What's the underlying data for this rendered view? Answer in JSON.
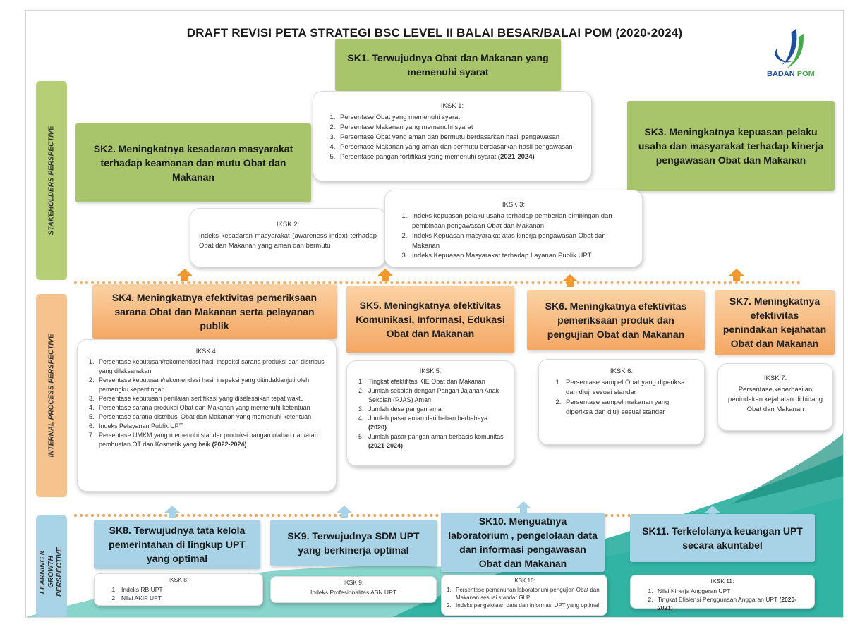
{
  "title": "DRAFT REVISI PETA STRATEGI BSC LEVEL II BALAI BESAR/BALAI POM (2020-2024)",
  "logo": {
    "part1": "BADAN ",
    "part2": "POM"
  },
  "perspectives": {
    "stakeholders": "STAKEHOLDERS PERSPECTIVE",
    "internal": "INTERNAL PROCESS PERSPECTIVE",
    "learning": "LEARNING & GROWTH PERSPECTIVE"
  },
  "sk1": {
    "label": "SK1. Terwujudnya Obat dan Makanan yang memenuhi syarat"
  },
  "iksk1": {
    "head": "IKSK 1:",
    "items": [
      "Persentase Obat yang memenuhi syarat",
      "Persentase Makanan yang memenuhi syarat",
      "Persentase Obat yang aman dan bermutu berdasarkan hasil pengawasan",
      "Persentase Makanan yang aman dan bermutu berdasarkan hasil pengawasan",
      "Persentase pangan fortifikasi yang memenuhi syarat"
    ],
    "item5_suffix": "(2021-2024)"
  },
  "sk2": {
    "label": "SK2. Meningkatnya kesadaran masyarakat terhadap keamanan dan mutu Obat dan Makanan"
  },
  "iksk2": {
    "head": "IKSK 2:",
    "text": "Indeks kesadaran masyarakat (awareness index) terhadap Obat dan Makanan yang aman dan bermutu"
  },
  "sk3": {
    "label": "SK3. Meningkatnya kepuasan pelaku usaha dan masyarakat terhadap kinerja pengawasan Obat dan Makanan"
  },
  "iksk3": {
    "head": "IKSK 3:",
    "items": [
      "Indeks kepuasan pelaku usaha terhadap pemberian bimbingan dan pembinaan pengawasan Obat dan Makanan",
      "Indeks Kepuasan masyarakat atas kinerja pengawasan Obat dan Makanan",
      "Indeks Kepuasan Masyarakat terhadap Layanan Publik UPT"
    ]
  },
  "sk4": {
    "label": "SK4. Meningkatnya efektivitas pemeriksaan sarana Obat dan Makanan serta pelayanan publik"
  },
  "iksk4": {
    "head": "IKSK 4:",
    "items": [
      "Persentase keputusan/rekomendasi hasil inspeksi sarana produksi dan distribusi yang dilaksanakan",
      "Persentase keputusan/rekomendasi hasil inspeksi yang ditindaklanjuti oleh pemangku kepentingan",
      "Persentase keputusan penilaian sertifikasi yang diselesaikan tepat waktu",
      "Persentase sarana produksi Obat dan Makanan yang memenuhi ketentuan",
      "Persentase sarana distribusi Obat dan Makanan yang memenuhi ketentuan",
      "Indeks Pelayanan Publik UPT",
      "Persentase UMKM yang memenuhi standar produksi pangan olahan dan/atau pembuatan OT dan Kosmetik yang baik"
    ],
    "item7_suffix": "(2022-2024)"
  },
  "sk5": {
    "label": "SK5. Meningkatnya efektivitas Komunikasi, Informasi, Edukasi Obat dan Makanan"
  },
  "iksk5": {
    "head": "IKSK 5:",
    "items": [
      "Tingkat efektifitas KIE Obat dan Makanan",
      "Jumlah sekolah dengan Pangan Jajanan Anak Sekolah (PJAS) Aman",
      "Jumlah desa pangan aman",
      "Jumlah pasar aman dari bahan berbahaya",
      "Jumlah pasar pangan aman berbasis komunitas"
    ],
    "item4_suffix": "(2020)",
    "item5_suffix": "(2021-2024)"
  },
  "sk6": {
    "label": "SK6. Meningkatnya efektivitas pemeriksaan produk dan pengujian Obat dan Makanan"
  },
  "iksk6": {
    "head": "IKSK 6:",
    "items": [
      "Persentase sampel Obat yang diperiksa dan diuji sesuai standar",
      "Persentase sampel makanan yang diperiksa dan diuji sesuai standar"
    ]
  },
  "sk7": {
    "label": "SK7. Meningkatnya efektivitas penindakan kejahatan Obat dan Makanan"
  },
  "iksk7": {
    "head": "IKSK 7:",
    "text": "Persentase keberhasilan penindakan kejahatan di bidang Obat dan Makanan"
  },
  "sk8": {
    "label": "SK8. Terwujudnya tata kelola pemerintahan di lingkup UPT yang optimal"
  },
  "iksk8": {
    "head": "IKSK 8:",
    "items": [
      "Indeks RB UPT",
      "Nilai AKIP UPT"
    ]
  },
  "sk9": {
    "label": "SK9. Terwujudnya SDM UPT yang berkinerja optimal"
  },
  "iksk9": {
    "head": "IKSK 9:",
    "text": "Indeks Profesionalitas ASN UPT"
  },
  "sk10": {
    "label": "SK10. Menguatnya laboratorium , pengelolaan data dan informasi pengawasan Obat dan Makanan"
  },
  "iksk10": {
    "head": "IKSK 10:",
    "items": [
      "Persentase pemenuhan laboratorium pengujian Obat dan Makanan sesuai standar GLP",
      "Indeks pengelolaan data dan informasi UPT yang optimal"
    ]
  },
  "sk11": {
    "label": "SK11. Terkelolanya keuangan UPT secara akuntabel"
  },
  "iksk11": {
    "head": "IKSK 11:",
    "items": [
      "Nilai Kinerja Anggaran UPT",
      "Tingkat Efisiensi Penggunaan Anggaran UPT"
    ],
    "item2_suffix": "(2020-2021)"
  },
  "colors": {
    "green": "#a9c56b",
    "orange": "#f4a764",
    "blue": "#a8d3e7",
    "teal": "#1fa99a",
    "navy": "#1f4e9a"
  }
}
